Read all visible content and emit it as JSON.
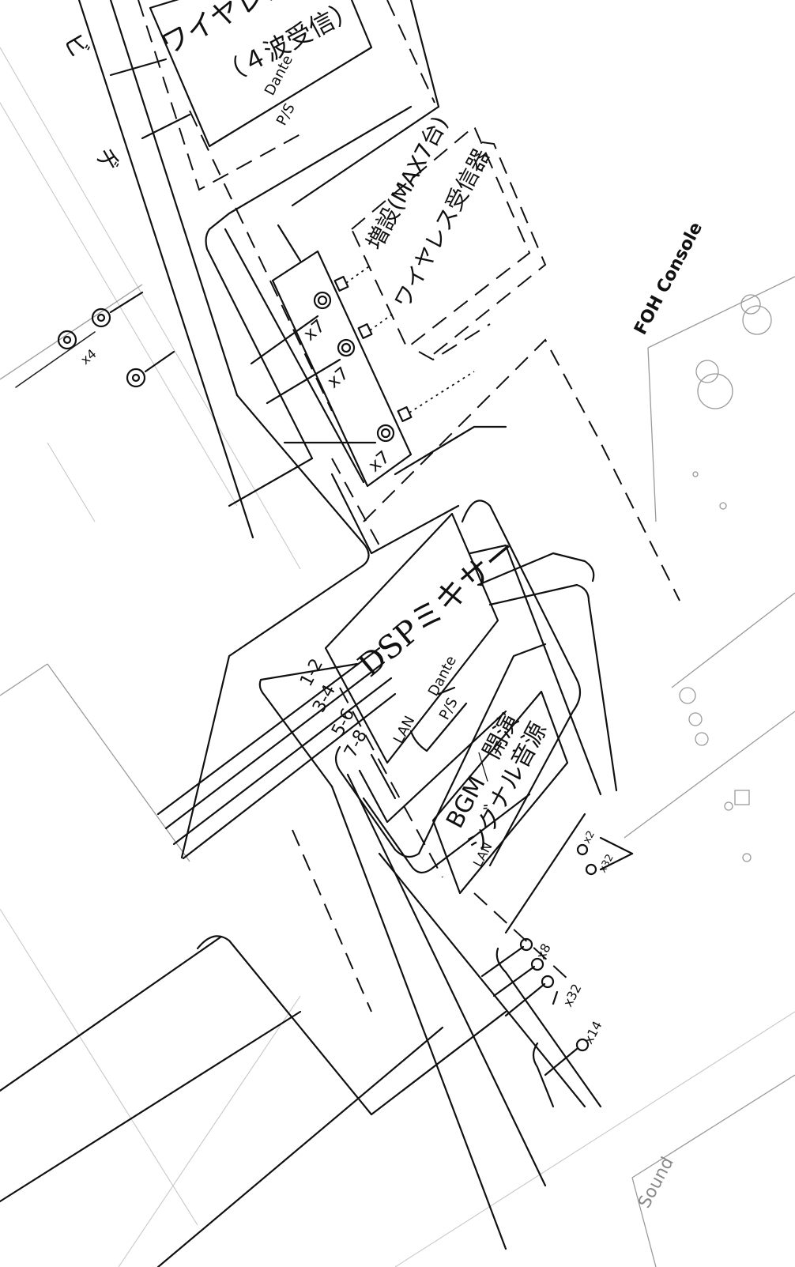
{
  "wireless_receiver": {
    "title": "ワイヤレス",
    "subtitle": "（４波受信）",
    "dante": "Dante",
    "ps": "P/S"
  },
  "expansion": {
    "line1": "増設(MAX7台)",
    "line2": "ワイヤレス受信器"
  },
  "splitter": {
    "x7_a": "x7",
    "x7_b": "x7",
    "x7_c": "x7"
  },
  "antenna_label": "x4",
  "left_vertical_text": "ビ",
  "left_vertical_text_2": "ヂ",
  "dsp_mixer": {
    "title": "DSPミキサー",
    "dante": "Dante",
    "ps": "P/S",
    "lan": "LAN",
    "ports": [
      "1-2",
      "3-4",
      "5-6",
      "7-8"
    ]
  },
  "bgm": {
    "line1": "BGM／開演",
    "line2": "シグナル音源",
    "lan": "LAN"
  },
  "connectors": {
    "x2": "x2",
    "x32_top": "x32",
    "x8": "x8",
    "x32_bottom": "x32",
    "x14": "x14"
  },
  "foh_console": "FOH Console",
  "sound_label": "Sound"
}
